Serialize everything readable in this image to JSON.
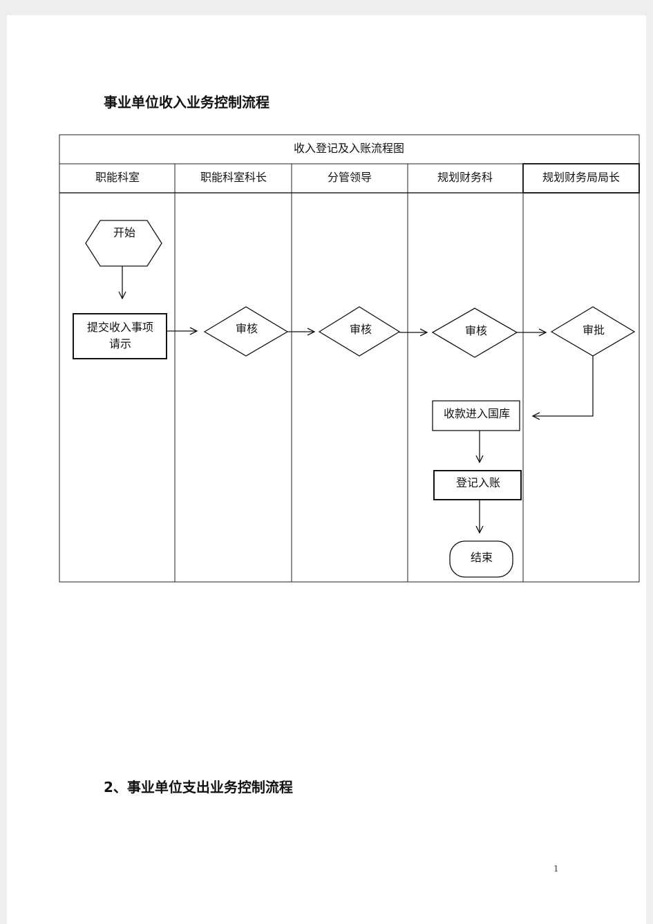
{
  "doc": {
    "title": "事业单位收入业务控制流程",
    "next_section_title": "2、事业单位支出业务控制流程",
    "page_number": "1"
  },
  "flowchart": {
    "title": "收入登记及入账流程图",
    "lanes": [
      "职能科室",
      "职能科室科长",
      "分管领导",
      "规划财务科",
      "规划财务局局长"
    ],
    "nodes": {
      "start": "开始",
      "submit_line1": "提交收入事项",
      "submit_line2": "请示",
      "review1": "审核",
      "review2": "审核",
      "review3": "审核",
      "approve": "审批",
      "treasury": "收款进入国库",
      "record": "登记入账",
      "end": "结束"
    }
  }
}
